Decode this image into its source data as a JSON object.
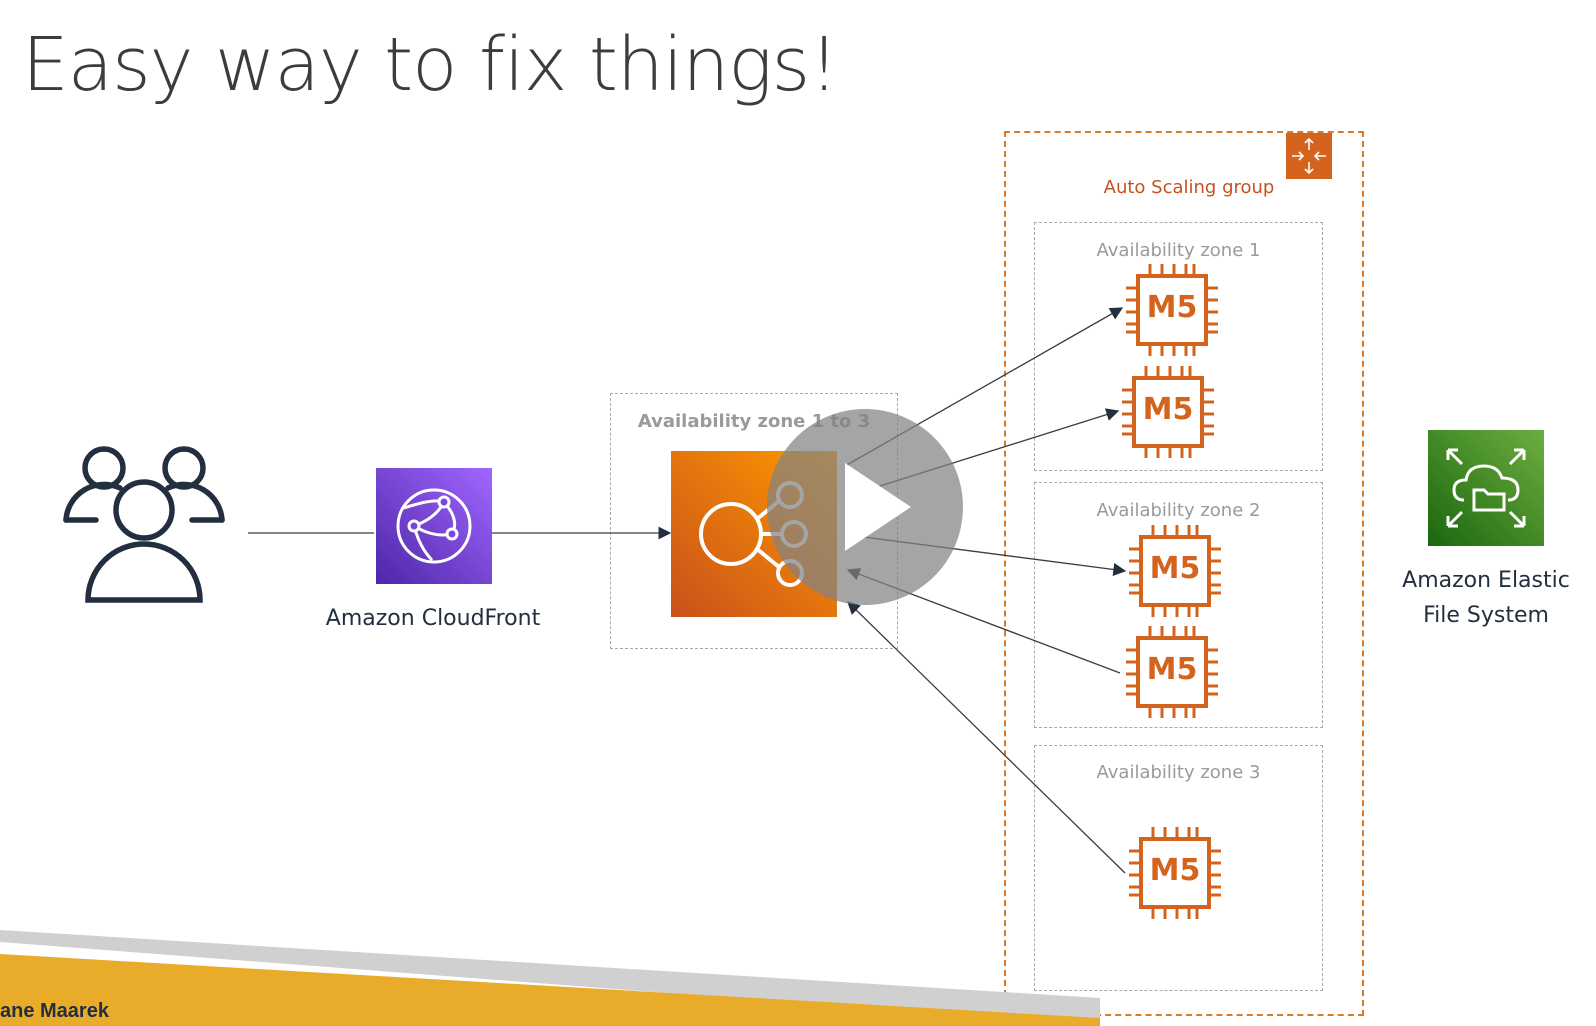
{
  "slide": {
    "title": "Easy way to fix things!",
    "footer_text": "ane Maarek"
  },
  "diagram": {
    "users_icon": "users-icon",
    "cloudfront": {
      "label": "Amazon CloudFront",
      "icon": "cloudfront-icon"
    },
    "load_balancer": {
      "zone_label": "Availability zone 1 to 3",
      "icon": "elastic-load-balancer-icon"
    },
    "auto_scaling_group": {
      "label": "Auto Scaling group",
      "icon": "auto-scaling-icon"
    },
    "zones": [
      {
        "label": "Availability zone 1",
        "instances": [
          "M5",
          "M5"
        ]
      },
      {
        "label": "Availability zone 2",
        "instances": [
          "M5",
          "M5"
        ]
      },
      {
        "label": "Availability zone 3",
        "instances": [
          "M5"
        ]
      }
    ],
    "efs": {
      "label_line1": "Amazon Elastic",
      "label_line2": "File System",
      "icon": "efs-icon"
    }
  },
  "colors": {
    "cloudfront": "#8c4fff",
    "elb": "#ed7100",
    "efs": "#3f8624",
    "asg": "#d4641d",
    "footer": "#e8ac2a"
  },
  "video_overlay": {
    "icon": "play-icon"
  }
}
